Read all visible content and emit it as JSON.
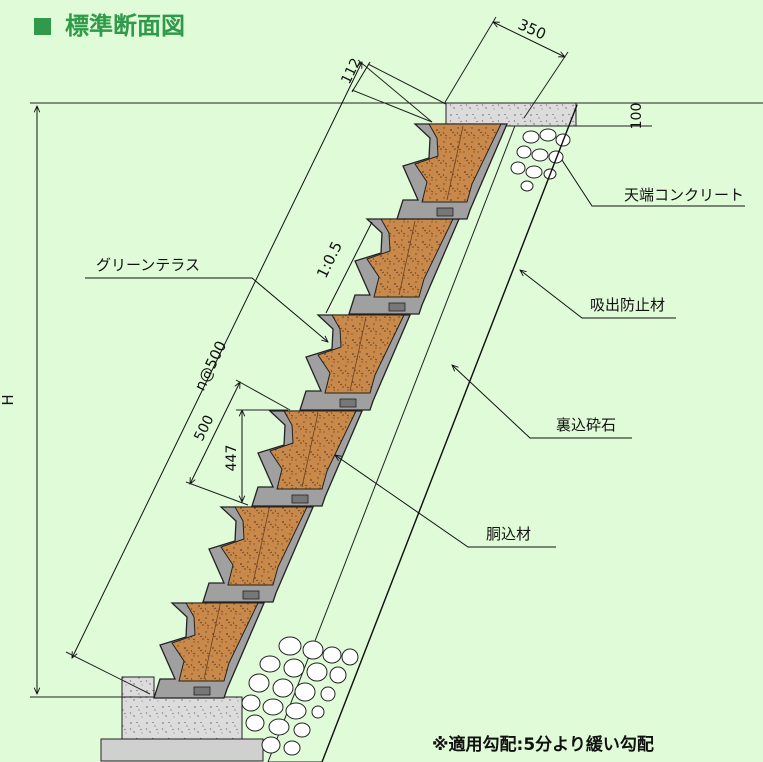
{
  "title": "標準断面図",
  "labels": {
    "top_concrete": "天端コンクリート",
    "drain_material": "吸出防止材",
    "backfill": "裏込砕石",
    "green_terrace": "グリーンテラス",
    "fill_material": "胴込材",
    "note": "※適用勾配:5分より緩い勾配"
  },
  "dims": {
    "width": "350",
    "thickness": "112",
    "top_height": "100",
    "slope": "1:0.5",
    "pitch": "n@500",
    "unit_height": "500",
    "inner_height": "447",
    "total": "H"
  },
  "colors": {
    "background": "#e0fbd8",
    "title": "#2f9a4a",
    "block": "#a0a0a0",
    "soil": "#c8894a",
    "concrete": "#dcdcdc"
  }
}
